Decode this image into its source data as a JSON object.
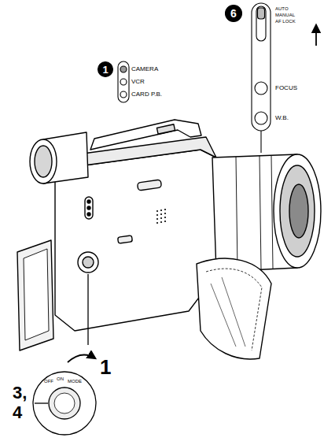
{
  "diagram": {
    "labels": [
      "1",
      "CAMERA",
      "VCR",
      "CARD P.B.",
      "6",
      "AUTO",
      "MANUAL",
      "AF LOCK",
      "FOCUS",
      "W.B.",
      "1",
      "3,",
      "4",
      "OFF",
      "ON",
      "MODE"
    ]
  }
}
